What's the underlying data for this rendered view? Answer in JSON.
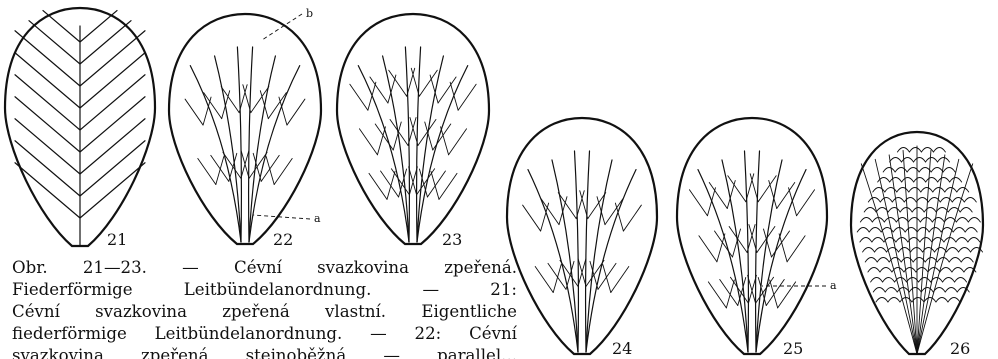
{
  "figures": [
    {
      "number": "21",
      "style": "pinnate-midrib"
    },
    {
      "number": "22",
      "style": "pinnate-branching",
      "labels": [
        "b",
        "a"
      ]
    },
    {
      "number": "23",
      "style": "pinnate-parallel"
    },
    {
      "number": "24",
      "style": "radiating"
    },
    {
      "number": "25",
      "style": "radiating-branching",
      "labels": [
        "a"
      ]
    },
    {
      "number": "26",
      "style": "reticulate"
    }
  ],
  "caption": {
    "line1": "Obr. 21—23. — Cévní svazkovina zpeřená.",
    "line2": "Fiederförmige Leitbündelanordnung. — 21:",
    "line3": "Cévní svazkovina zpeřená vlastní. Eigentliche",
    "line4": "fiederförmige Leitbündelanordnung. — 22: Cévní",
    "line5": "svazkovina zpeřená stejnoběžná — parallel..."
  }
}
